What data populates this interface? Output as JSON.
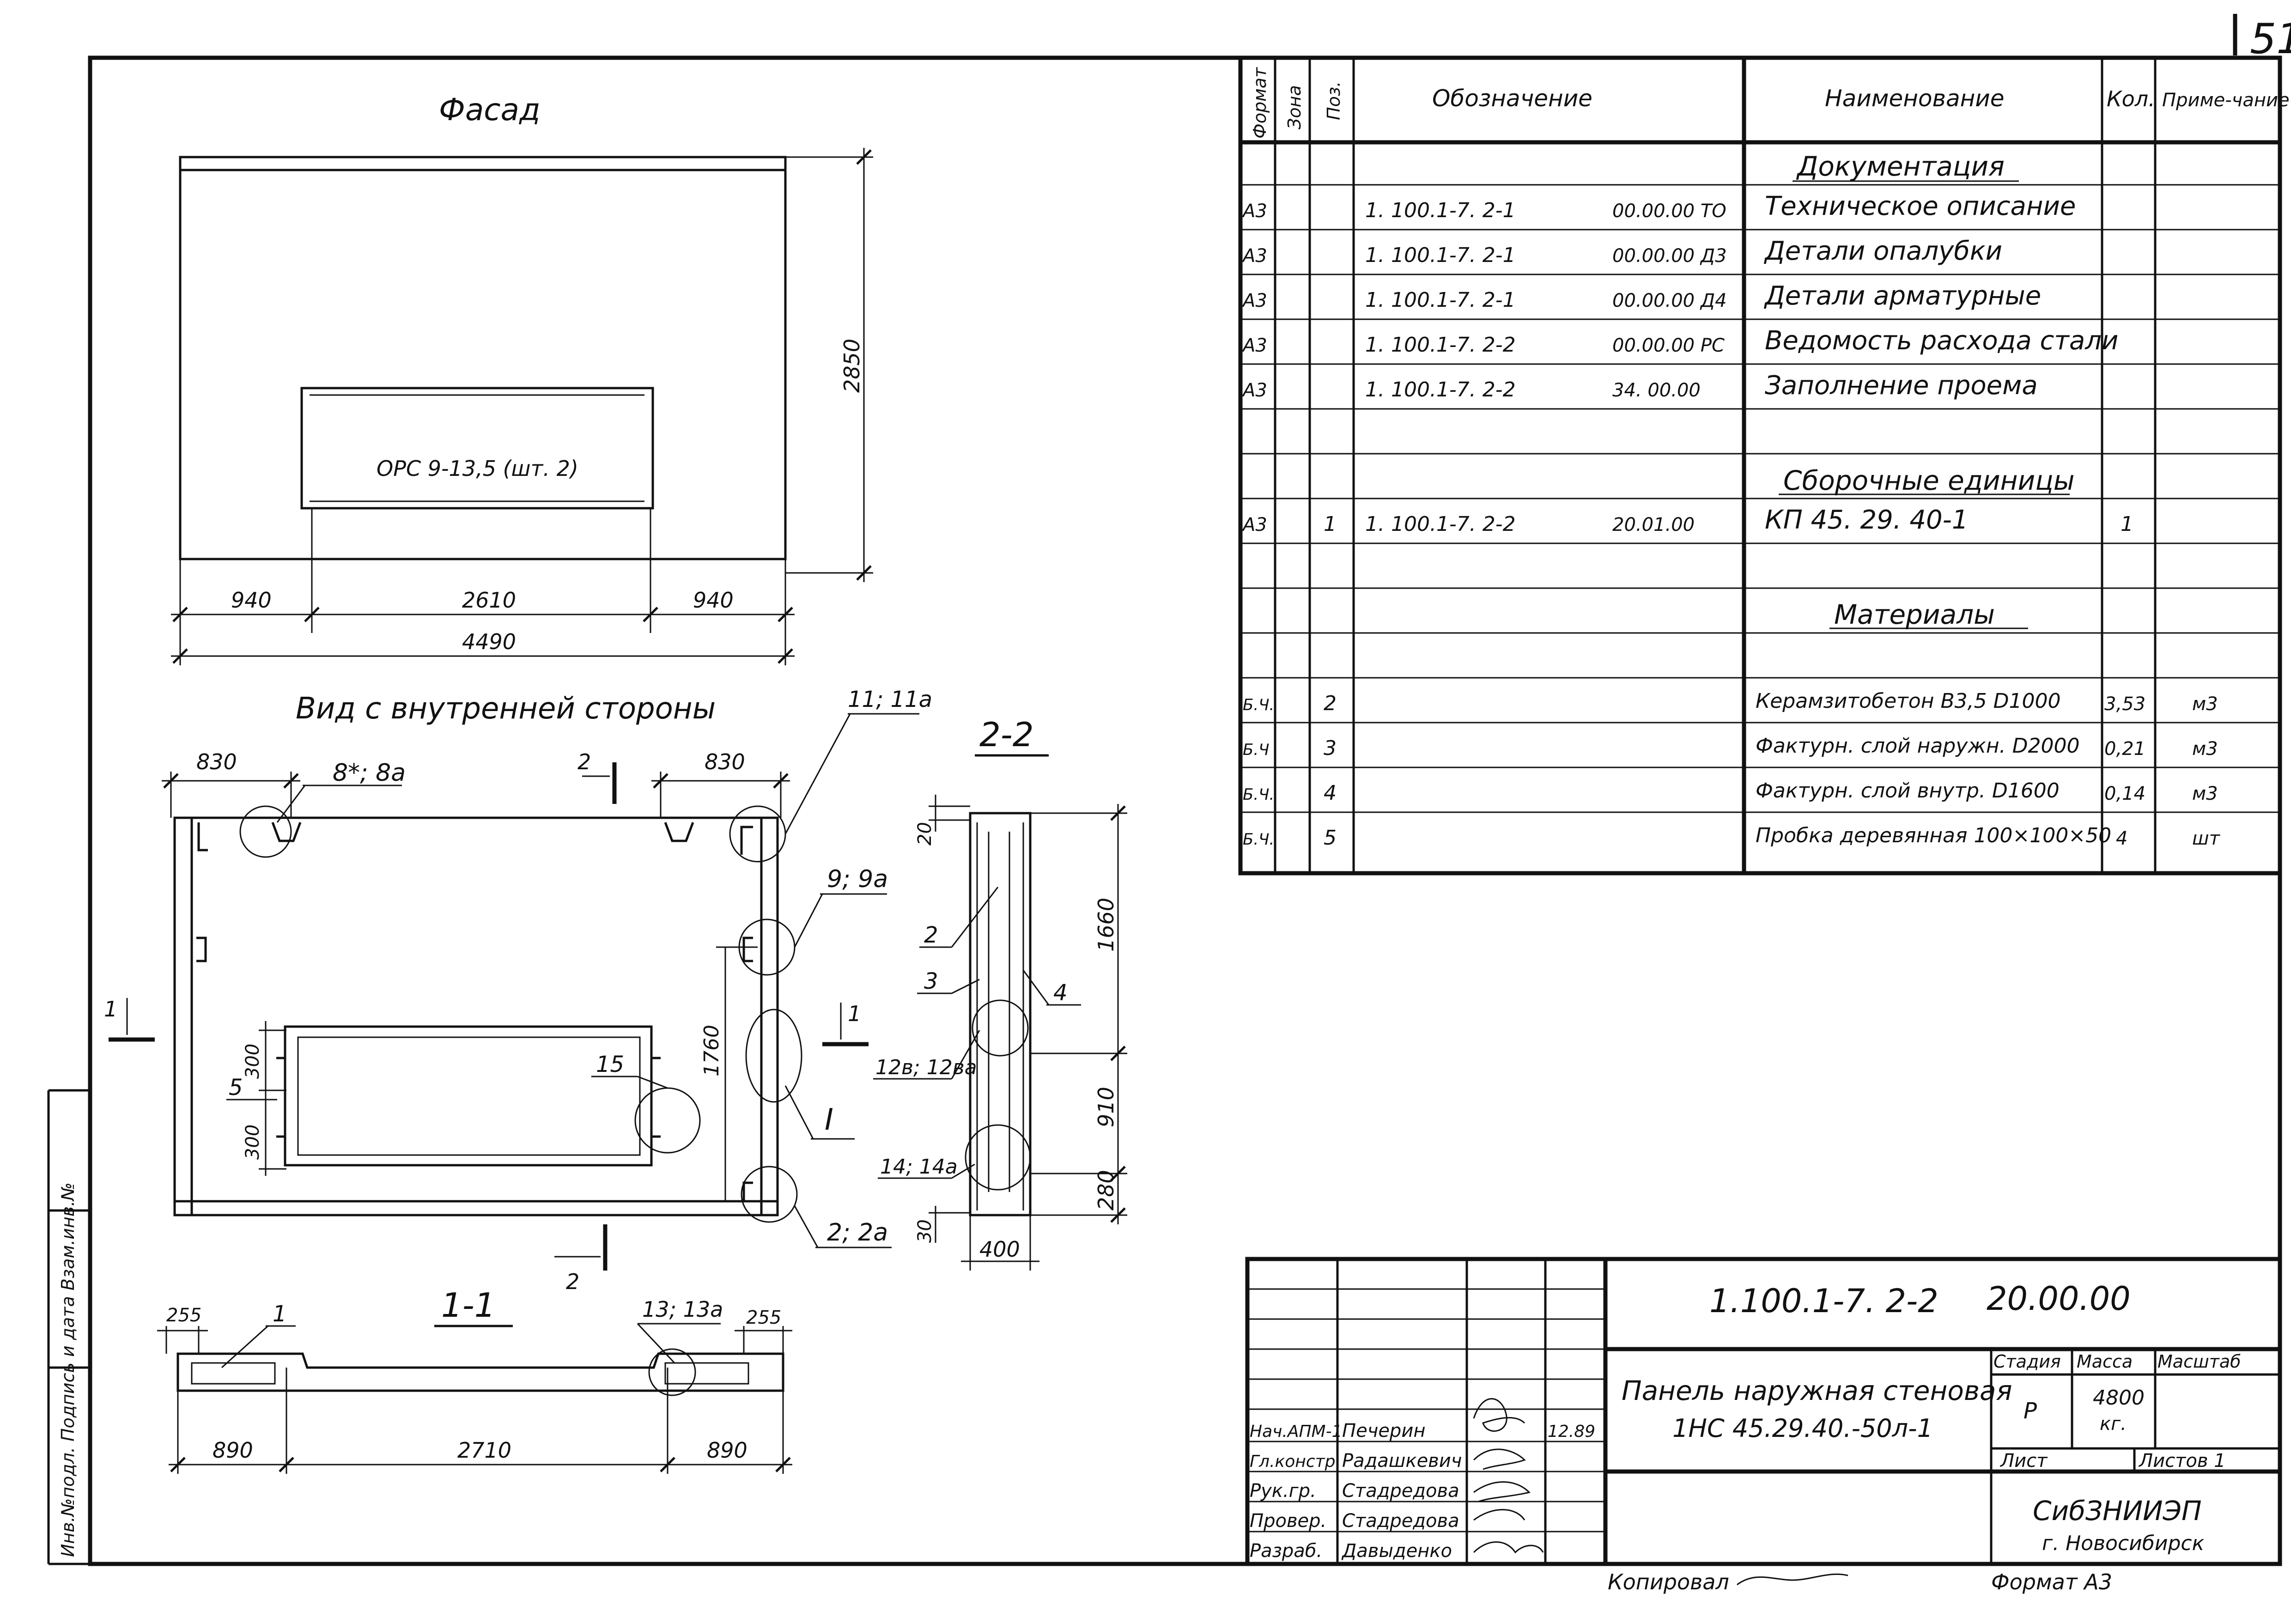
{
  "sheet_number": "51",
  "facade": {
    "title": "Фасад",
    "opening_label": "ОРС 9-13,5 (шт. 2)",
    "dims": {
      "height": "2850",
      "left": "940",
      "middle": "2610",
      "right": "940",
      "total": "4490"
    }
  },
  "inner_view": {
    "title": "Вид с внутренней стороны",
    "dims": {
      "left_top": "830",
      "right_top": "830",
      "h300a": "300",
      "h300b": "300",
      "h1760": "1760"
    },
    "callouts": {
      "c8": "8*; 8а",
      "c11": "11; 11а",
      "c9": "9; 9а",
      "c15": "15",
      "c5": "5",
      "cI": "I",
      "c2": "2; 2а",
      "cut2": "2",
      "cut1": "1"
    }
  },
  "section_22": {
    "title": "2-2",
    "dims": {
      "d20": "20",
      "d1660": "1660",
      "d910": "910",
      "d280": "280",
      "d30": "30",
      "d400": "400"
    },
    "callouts": {
      "p2": "2",
      "p3": "3",
      "p4": "4",
      "p12": "12в; 12ва",
      "p14": "14; 14а"
    }
  },
  "section_11": {
    "title": "1-1",
    "dims": {
      "d255a": "255",
      "d255b": "255",
      "d890a": "890",
      "d2710": "2710",
      "d890b": "890"
    },
    "callouts": {
      "p1": "1",
      "p13": "13; 13а"
    }
  },
  "spec_table": {
    "headers": {
      "format": "Формат",
      "zone": "Зона",
      "pos": "Поз.",
      "designation": "Обозначение",
      "name": "Наименование",
      "qty": "Кол.",
      "note": "Приме-чание"
    },
    "rows": [
      {
        "section": "Документация"
      },
      {
        "format": "А3",
        "pos": "",
        "des1": "1. 100.1-7. 2-1",
        "des2": "00.00.00 ТО",
        "name": "Техническое описание",
        "qty": "",
        "note": ""
      },
      {
        "format": "А3",
        "pos": "",
        "des1": "1. 100.1-7. 2-1",
        "des2": "00.00.00 Д3",
        "name": "Детали опалубки",
        "qty": "",
        "note": ""
      },
      {
        "format": "А3",
        "pos": "",
        "des1": "1. 100.1-7. 2-1",
        "des2": "00.00.00 Д4",
        "name": "Детали арматурные",
        "qty": "",
        "note": ""
      },
      {
        "format": "А3",
        "pos": "",
        "des1": "1. 100.1-7. 2-2",
        "des2": "00.00.00 РС",
        "name": "Ведомость расхода стали",
        "qty": "",
        "note": ""
      },
      {
        "format": "А3",
        "pos": "",
        "des1": "1. 100.1-7. 2-2",
        "des2": "34. 00.00",
        "name": "Заполнение проема",
        "qty": "",
        "note": ""
      },
      {
        "section": "Сборочные единицы"
      },
      {
        "format": "А3",
        "pos": "1",
        "des1": "1. 100.1-7. 2-2",
        "des2": "20.01.00",
        "name": "КП 45. 29. 40-1",
        "qty": "1",
        "note": ""
      },
      {
        "section": "Материалы"
      },
      {
        "format": "Б.Ч.",
        "pos": "2",
        "des1": "",
        "des2": "",
        "name": "Керамзитобетон В3,5 D1000",
        "qty": "3,53",
        "note": "м3"
      },
      {
        "format": "Б.Ч",
        "pos": "3",
        "des1": "",
        "des2": "",
        "name": "Фактурн. слой наружн. D2000",
        "qty": "0,21",
        "note": "м3"
      },
      {
        "format": "Б.Ч.",
        "pos": "4",
        "des1": "",
        "des2": "",
        "name": "Фактурн. слой внутр. D1600",
        "qty": "0,14",
        "note": "м3"
      },
      {
        "format": "Б.Ч.",
        "pos": "5",
        "des1": "",
        "des2": "",
        "name": "Пробка деревянная 100×100×50",
        "qty": "4",
        "note": "шт"
      }
    ]
  },
  "title_block": {
    "code": "1.100.1-7. 2-2",
    "code2": "20.00.00",
    "name_line1": "Панель наружная стеновая",
    "name_line2": "1НС 45.29.40.-50л-1",
    "stage_label": "Стадия",
    "mass_label": "Масса",
    "scale_label": "Масштаб",
    "stage": "Р",
    "mass": "4800",
    "mass_unit": "кг.",
    "sheet_label": "Лист",
    "sheets_label": "Листов 1",
    "org": "СибЗНИИЭП",
    "city": "г. Новосибирск",
    "date": "12.89",
    "staff": [
      {
        "role": "Нач.АПМ-1",
        "name": "Печерин"
      },
      {
        "role": "Гл.констр",
        "name": "Радашкевич"
      },
      {
        "role": "Рук.гр.",
        "name": "Стадредова"
      },
      {
        "role": "Провер.",
        "name": "Стадредова"
      },
      {
        "role": "Разраб.",
        "name": "Давыденко"
      }
    ],
    "copied": "Копировал",
    "format": "Формат А3"
  },
  "side_stamp": "Инв.№подл.  Подпись и дата  Взам.инв.№"
}
